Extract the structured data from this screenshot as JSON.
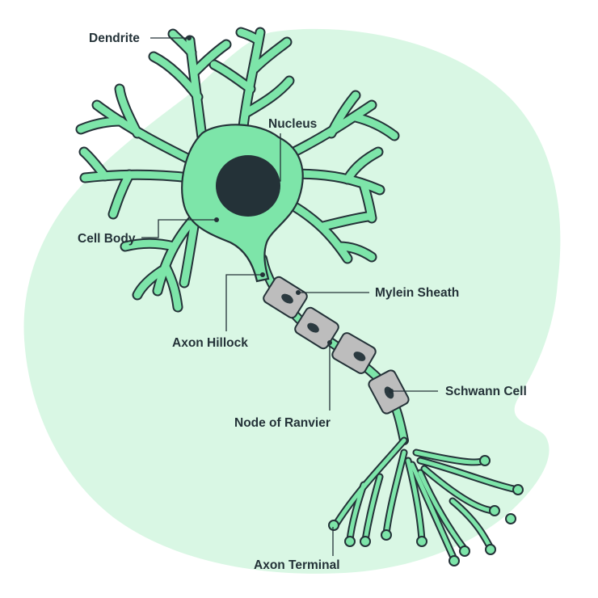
{
  "diagram": {
    "colors": {
      "background_blob": "#d9f7e4",
      "neuron_fill": "#7de5a9",
      "outline": "#243238",
      "nucleus": "#243238",
      "sheath_fill": "#bdbdbd",
      "sheath_nucleus": "#2b3a40",
      "label_text": "#243238"
    },
    "labels": {
      "dendrite": "Dendrite",
      "nucleus": "Nucleus",
      "cell_body": "Cell Body",
      "mylein_sheath": "Mylein Sheath",
      "axon_hillock": "Axon Hillock",
      "node_of_ranvier": "Node of Ranvier",
      "schwann_cell": "Schwann Cell",
      "axon_terminal": "Axon Terminal"
    }
  }
}
